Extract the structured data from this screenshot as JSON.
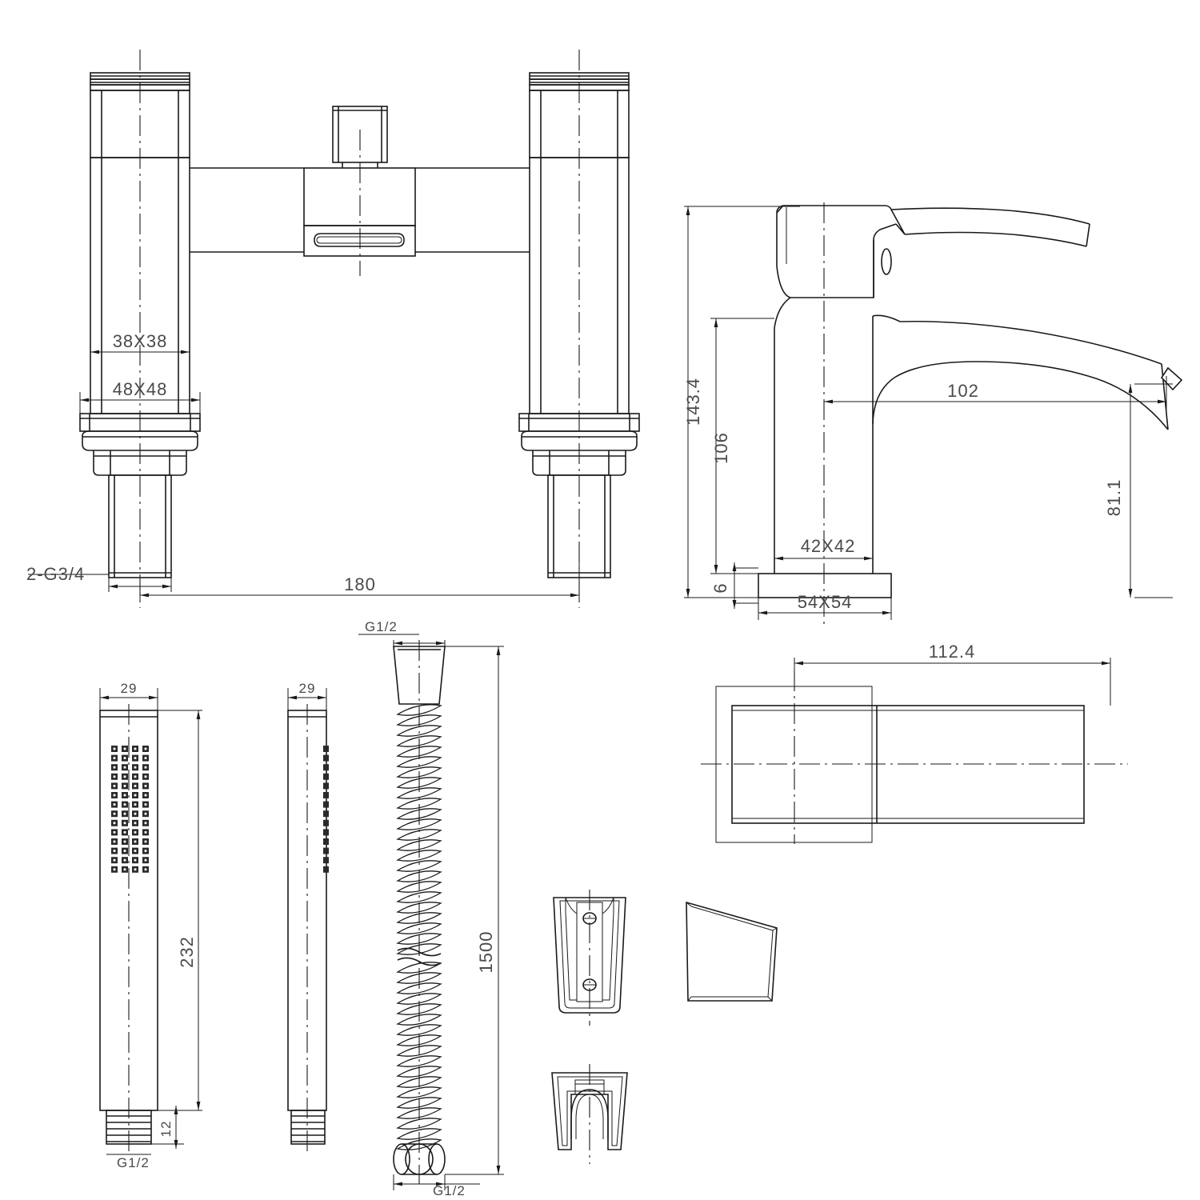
{
  "drawing": {
    "title": "Bath Shower Mixer and Basin Mixer Technical Drawing",
    "line_color": "#1a1a1a",
    "dim_text_color": "#4a4a4a",
    "background": "#ffffff"
  },
  "bath_filler": {
    "name": "deck-mounted bath shower mixer",
    "dimensions": {
      "handle_width": "38X38",
      "body_width": "48X48",
      "thread": "2-G3/4",
      "centres": "180"
    }
  },
  "basin_mixer": {
    "name": "single lever basin mixer",
    "dimensions": {
      "overall_height": "143.4",
      "body_height": "106",
      "spout_height": "81.1",
      "spout_reach": "102",
      "body_section": "42X42",
      "base_section": "54X54",
      "base_thickness": "6"
    }
  },
  "plan_view": {
    "name": "basin mixer plan view",
    "dimensions": {
      "overall_depth": "112.4"
    }
  },
  "handset": {
    "name": "shower handset",
    "dimensions": {
      "width_front": "29",
      "width_side": "29",
      "length": "232",
      "thread_length": "12",
      "thread": "G1/2"
    }
  },
  "hose": {
    "name": "flexible shower hose",
    "dimensions": {
      "length": "1500",
      "thread_top": "G1/2",
      "thread_bottom": "G1/2"
    }
  },
  "bracket": {
    "name": "wall bracket holder"
  }
}
